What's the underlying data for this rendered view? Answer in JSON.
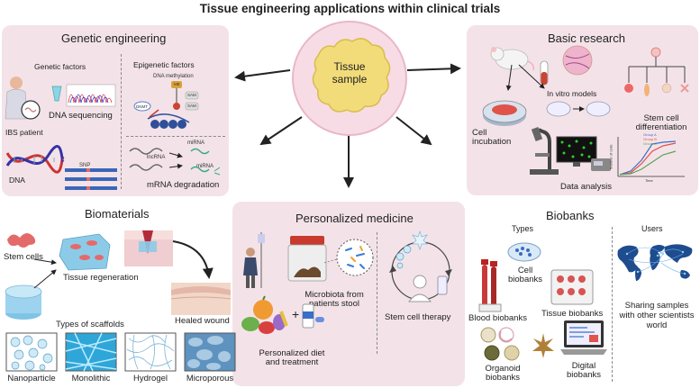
{
  "title": "Tissue engineering applications within clinical trials",
  "center": {
    "label_line1": "Tissue",
    "label_line2": "sample"
  },
  "genetic": {
    "title": "Genetic engineering",
    "genetic_factors": "Genetic factors",
    "epigenetic_factors": "Epigenetic factors",
    "dna_methylation": "DNA methylation",
    "dna_sequencing": "DNA sequencing",
    "ibs_patient": "IBS patient",
    "dna": "DNA",
    "snp": "SNP",
    "lncrna": "lncRNA",
    "mirna_top": "miRNA",
    "mirna_bottom": "miRNA",
    "mrna_degradation": "mRNA degradation",
    "sam1": "SAM",
    "sam2": "SAM",
    "me": "ME",
    "dnmt": "DNMT"
  },
  "basic": {
    "title": "Basic research",
    "in_vitro": "In vitro models",
    "cell_incubation_1": "Cell",
    "cell_incubation_2": "incubation",
    "stem_diff_1": "Stem cell",
    "stem_diff_2": "differentiation",
    "data_analysis": "Data analysis",
    "legend": [
      "Group A",
      "Group B",
      "Group C"
    ],
    "xlabel": "Time",
    "ylabel": "Number of cells"
  },
  "biomaterials": {
    "title": "Biomaterials",
    "stem_cells": "Stem cells",
    "tissue_regeneration": "Tissue regeneration",
    "healed_wound": "Healed wound",
    "types_of_scaffolds": "Types of scaffolds",
    "scaffolds": [
      "Nanoparticle",
      "Monolithic",
      "Hydrogel",
      "Microporous"
    ]
  },
  "personalized": {
    "title": "Personalized medicine",
    "microbiota_1": "Microbiota from",
    "microbiota_2": "patients stool",
    "diet_1": "Personalized diet",
    "diet_2": "and treatment",
    "stem_therapy": "Stem cell therapy"
  },
  "biobanks": {
    "title": "Biobanks",
    "types": "Types",
    "users": "Users",
    "cell_1": "Cell",
    "cell_2": "biobanks",
    "blood": "Blood biobanks",
    "tissue": "Tissue biobanks",
    "organoid_1": "Organoid",
    "organoid_2": "biobanks",
    "digital_1": "Digital",
    "digital_2": "biobanks",
    "sharing_1": "Sharing samples",
    "sharing_2": "with other scientists",
    "sharing_3": "world"
  },
  "colors": {
    "panel_bg": "#f3e3e8",
    "tissue_yellow": "#f2dc7a",
    "tissue_circle": "#f7dce5",
    "group_a": "#3c6ec8",
    "group_b": "#e0524a",
    "group_c": "#5aa55a",
    "scaffold_blue": "#2ea6d8"
  }
}
